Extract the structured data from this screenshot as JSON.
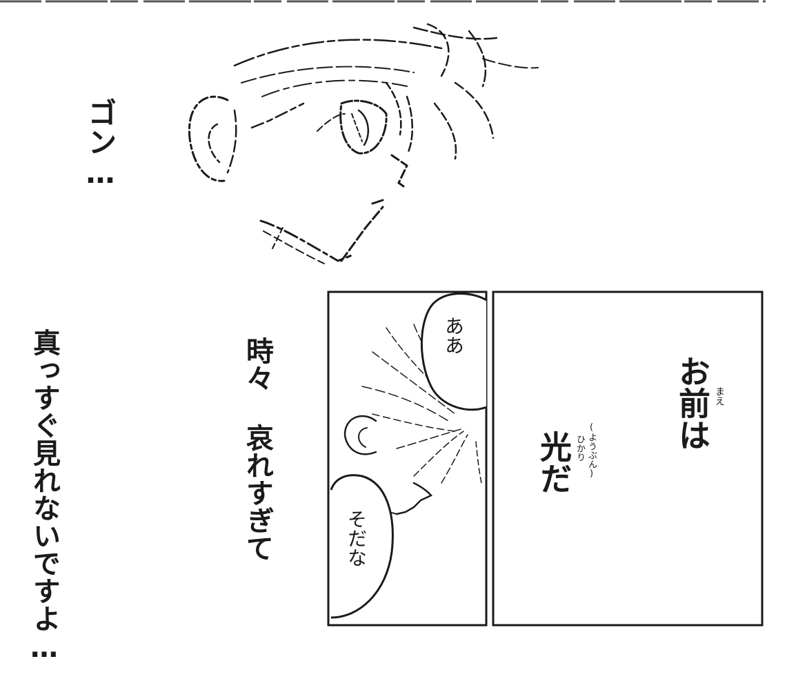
{
  "caption_gon": "ゴン…",
  "caption_toki": "時々 哀れすぎて",
  "caption_massugu": "真っすぐ見れないですよ…",
  "bubble_aa": "ああ",
  "bubble_sodana": "そだな",
  "panel_line1": "お前は",
  "panel_line1_furigana": "まえ",
  "panel_line2": "光だ",
  "panel_line2_furigana": "ひかり",
  "panel_line2_note": "(ようぶん)",
  "colors": {
    "ink": "#1a1a1a",
    "paper": "#ffffff",
    "top_border": "#555555"
  },
  "icons": [
    "face-sketch",
    "ear-sketch",
    "hair-sketch"
  ]
}
